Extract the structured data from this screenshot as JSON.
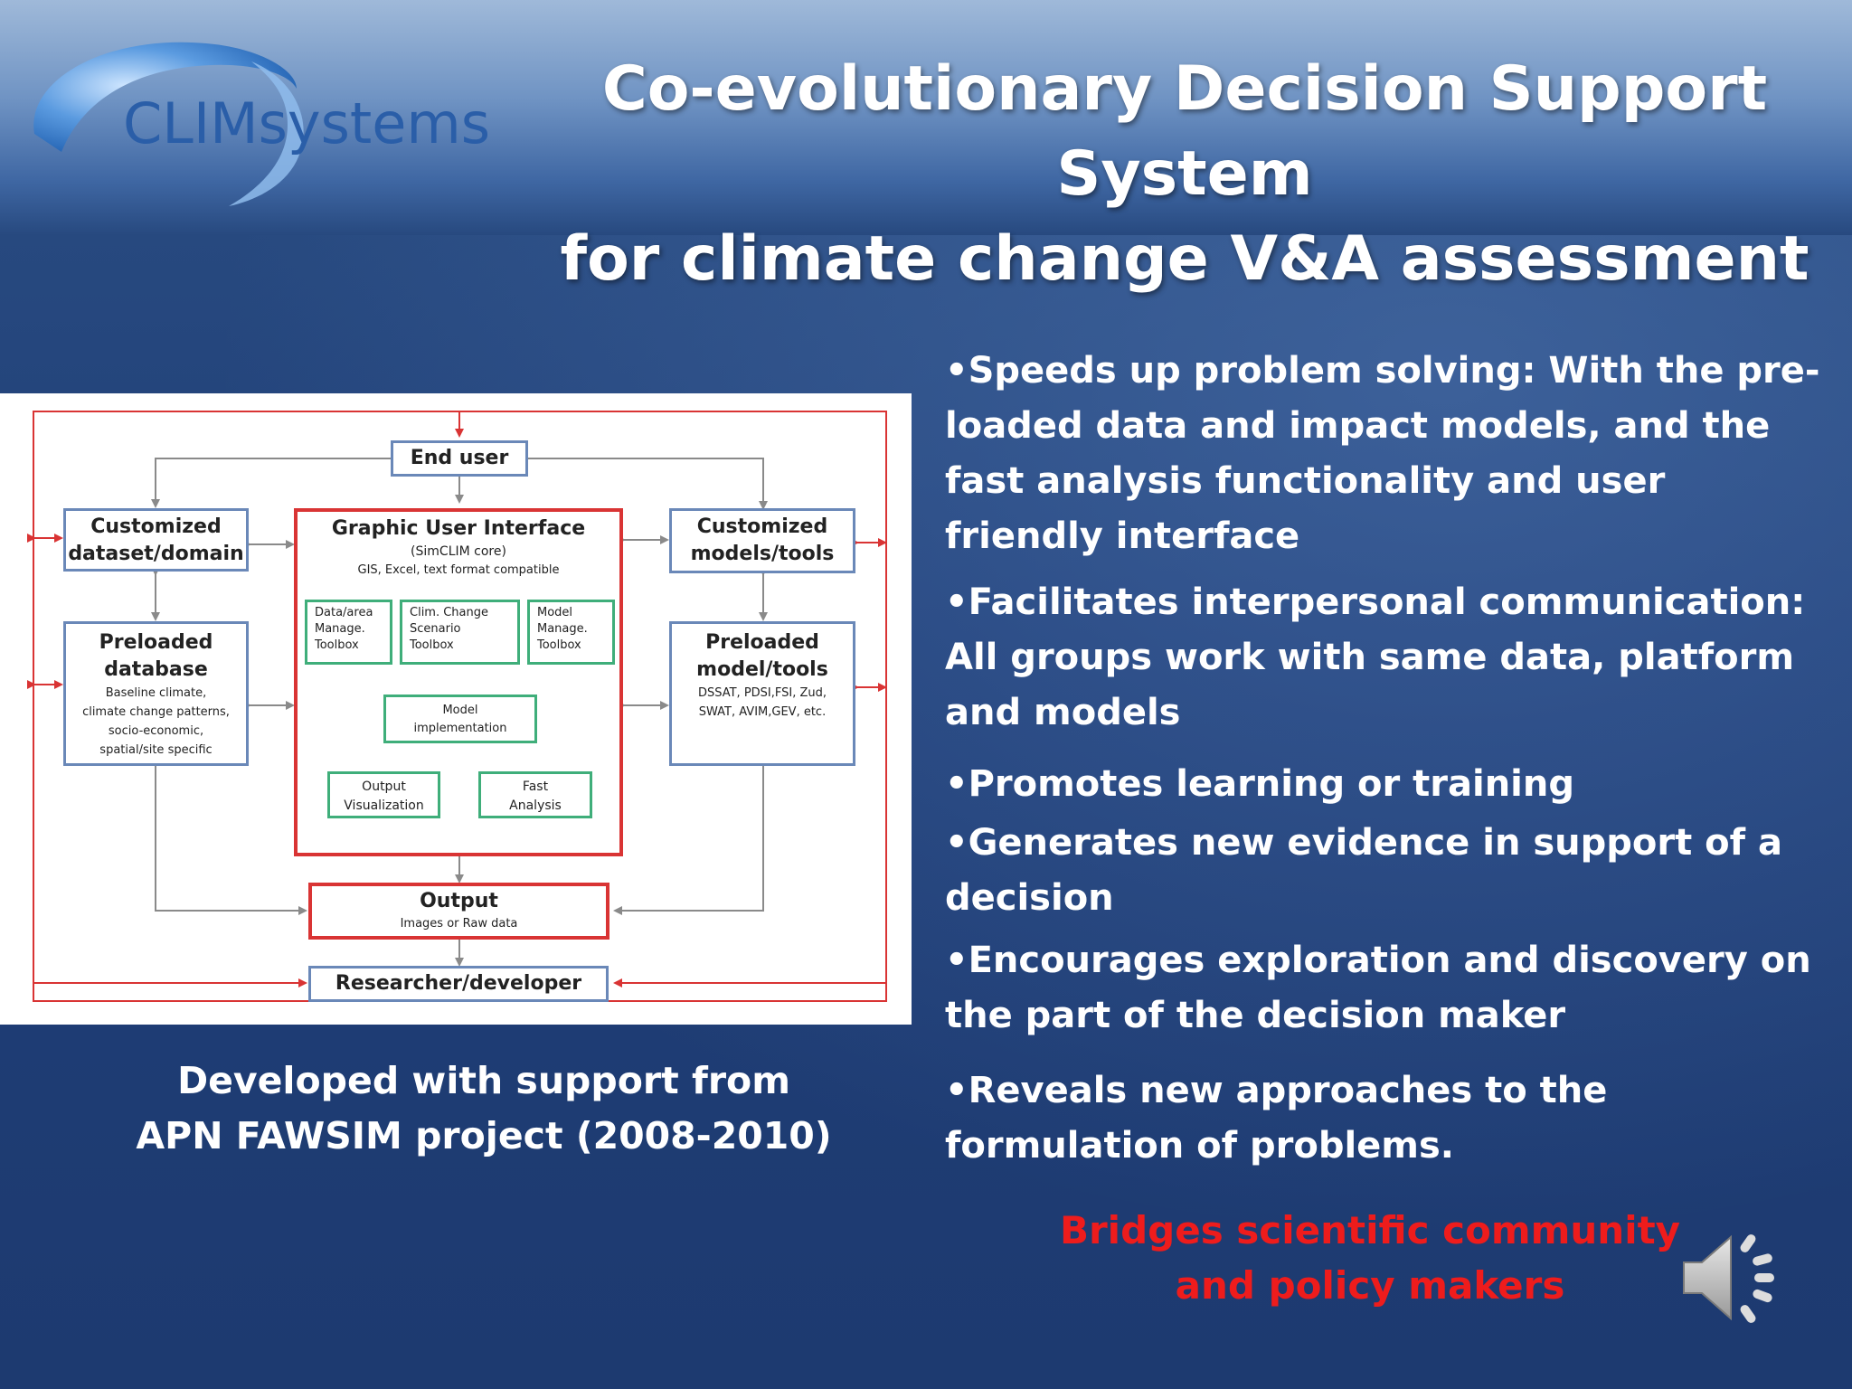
{
  "logo": {
    "text": "CLIMsystems"
  },
  "title": {
    "line1": "Co-evolutionary Decision Support System",
    "line2": "for climate change V&A assessment"
  },
  "diagram": {
    "end_user": "End user",
    "custom_dataset": {
      "line1": "Customized",
      "line2": "dataset/domain"
    },
    "gui": {
      "title": "Graphic User Interface",
      "sub1": "(SimCLIM core)",
      "sub2": "GIS, Excel, text format compatible"
    },
    "custom_models": {
      "line1": "Customized",
      "line2": "models/tools"
    },
    "preloaded_db": {
      "line1": "Preloaded",
      "line2": "database",
      "d1": "Baseline climate,",
      "d2": "climate change patterns,",
      "d3": "socio-economic,",
      "d4": "spatial/site specific"
    },
    "preloaded_models": {
      "line1": "Preloaded",
      "line2": "model/tools",
      "d1": "DSSAT, PDSI,FSI, Zud,",
      "d2": "SWAT, AVIM,GEV, etc."
    },
    "data_toolbox": {
      "l1": "Data/area",
      "l2": "Manage.",
      "l3": "Toolbox"
    },
    "scenario_toolbox": {
      "l1": "Clim. Change",
      "l2": "Scenario",
      "l3": "Toolbox"
    },
    "model_toolbox": {
      "l1": "Model",
      "l2": "Manage.",
      "l3": "Toolbox"
    },
    "model_impl": {
      "l1": "Model",
      "l2": "implementation"
    },
    "output_vis": {
      "l1": "Output",
      "l2": "Visualization"
    },
    "fast_analysis": {
      "l1": "Fast",
      "l2": "Analysis"
    },
    "output": {
      "title": "Output",
      "sub": "Images or  Raw data"
    },
    "researcher": "Researcher/developer"
  },
  "caption": {
    "line1": "Developed with support from",
    "line2": "APN FAWSIM project (2008-2010)"
  },
  "bullets": [
    "•Speeds up problem solving:  With the pre-loaded data and impact models, and the fast analysis functionality and user friendly interface",
    "•Facilitates interpersonal communication: All groups work with same data, platform and models",
    "•Promotes learning or training",
    "•Generates new evidence in support of a decision",
    "•Encourages exploration and discovery on the part of the decision maker",
    "•Reveals new approaches to the formulation of problems."
  ],
  "tagline": {
    "line1": "Bridges scientific community",
    "line2": "and policy makers"
  },
  "colors": {
    "accent_red": "#ee1c1c",
    "diagram_red": "#d93434",
    "diagram_blue": "#6a88b8",
    "diagram_green": "#3fae7a"
  },
  "icons": {
    "logo": "swoosh-logo",
    "audio": "speaker-icon"
  }
}
